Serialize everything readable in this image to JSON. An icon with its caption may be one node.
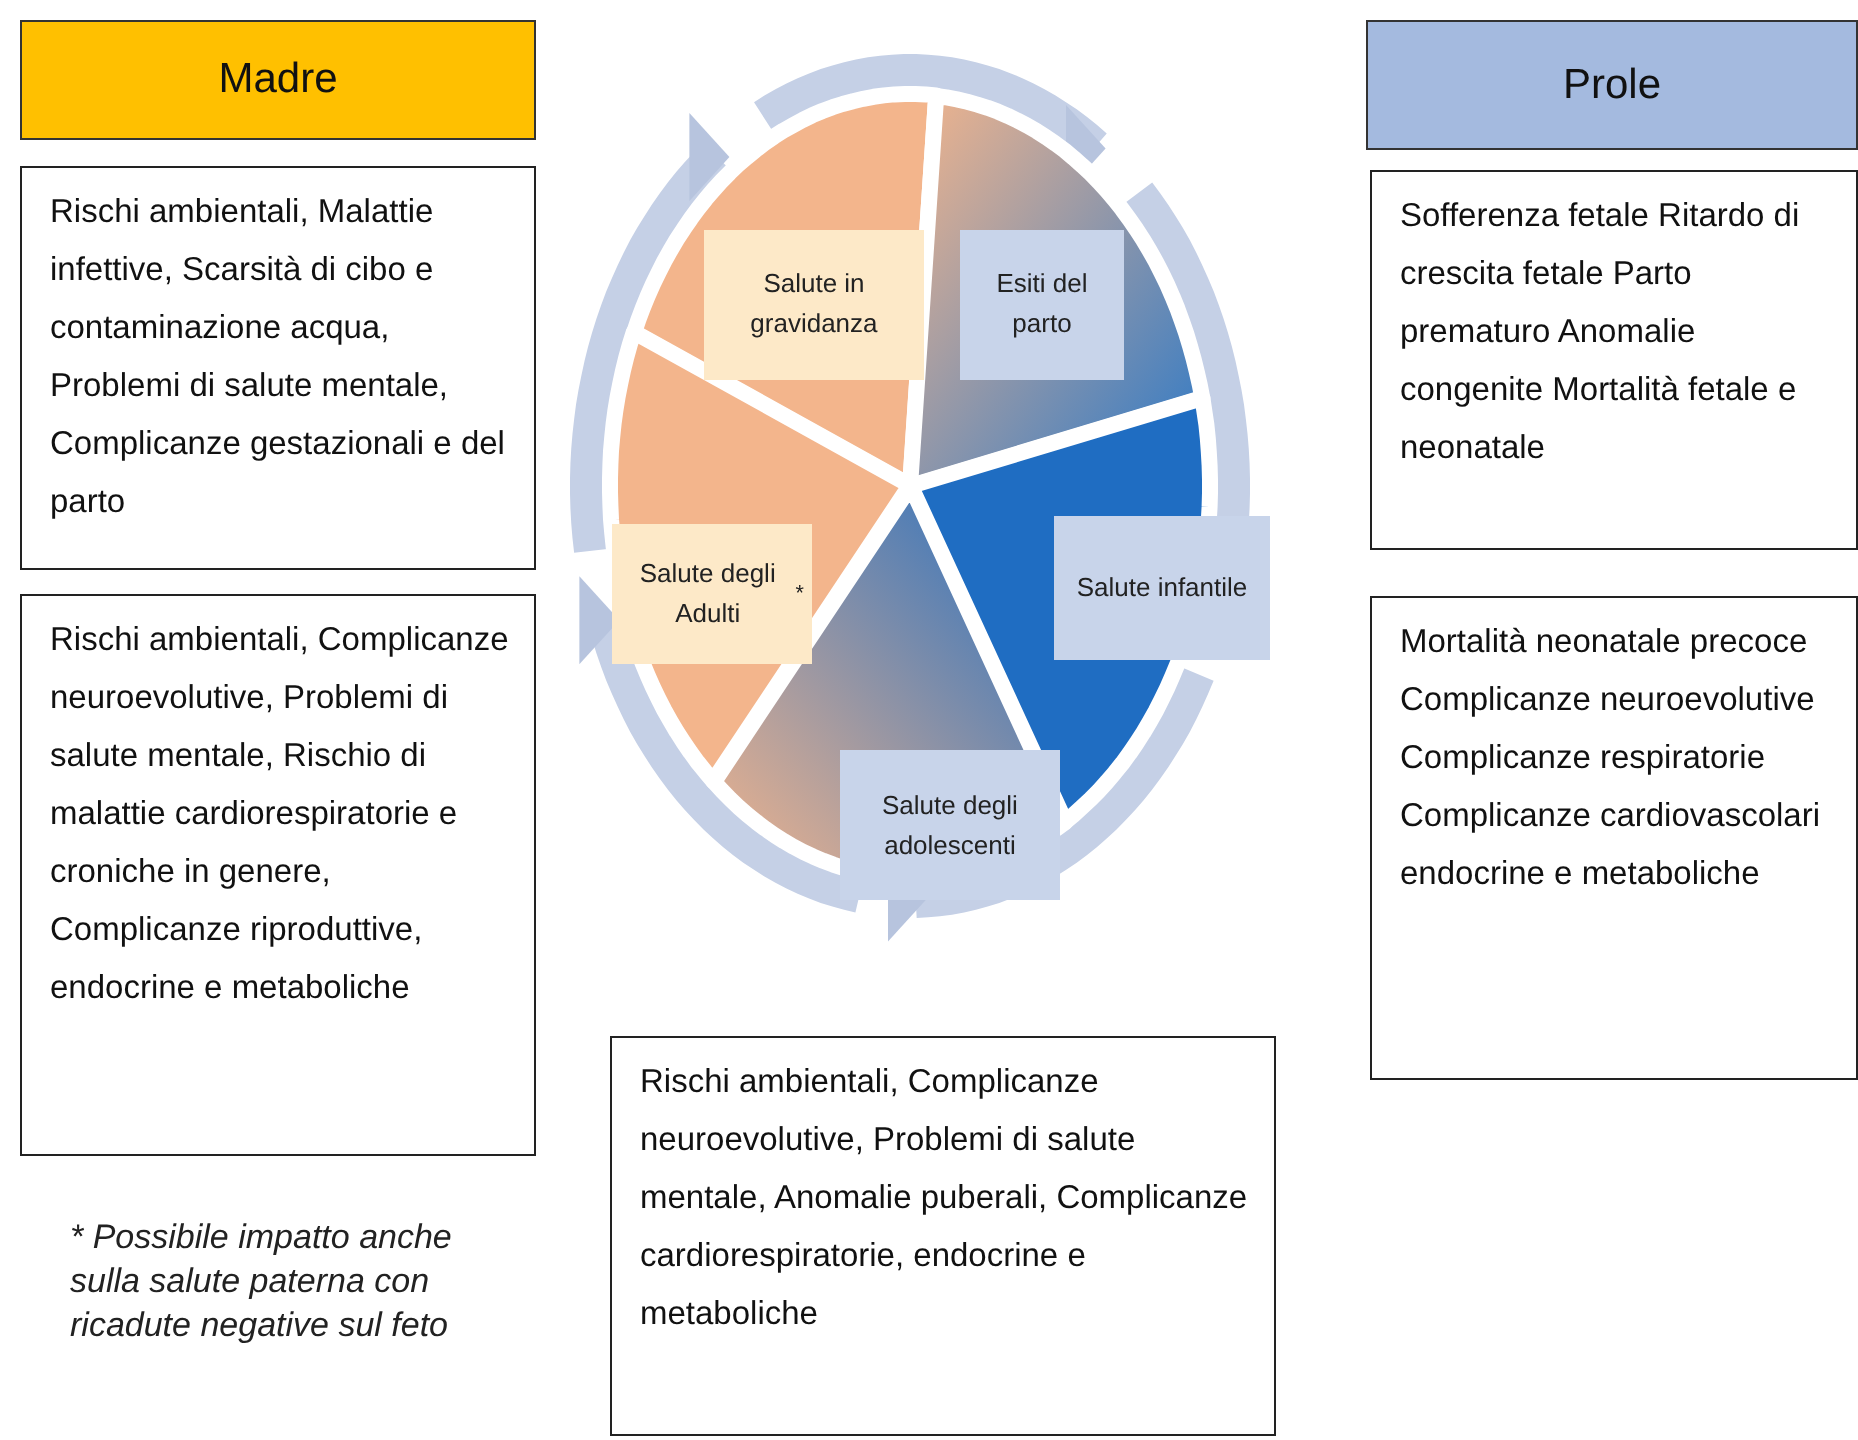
{
  "diagram": {
    "nodes": [
      {
        "text": [
          "Madre"
        ]
      },
      {
        "text": [
          "Prole"
        ]
      },
      {
        "text": [
          "Rischi ambientali, Malattie infettive, Scarsità di cibo e contaminazione acqua, Problemi di salute mentale, Complicanze gestazionali e del parto"
        ]
      },
      {
        "text": [
          "Salute in gravidanza"
        ]
      },
      {
        "text": [
          "Esiti del parto"
        ]
      },
      {
        "text": [
          "Sofferenza fetale Ritardo di crescita fetale Parto prematuro Anomalie congenite Mortalità fetale e neonatale"
        ]
      },
      {
        "text": [
          "Salute degli Adulti$^{*}$"
        ]
      },
      {
        "text": [
          "Salute infantile"
        ]
      },
      {
        "text": [
          "Rischi ambientali, Complicanze neuroevolutive, Problemi di salute mentale, Rischio di malattie cardiorespiratorie e croniche in genere, Complicanze riproduttive, endocrine e metaboliche"
        ]
      },
      {
        "text": [
          "Mortalità neonatale precoce Complicanze neuroevolutive Complicanze respiratorie Complicanze cardiovascolari endocrine e metaboliche"
        ]
      },
      {
        "text": [
          "Salute degli adolescenti"
        ]
      },
      {
        "text": [
          "Rischi ambientali, Complicanze neuroevolutive, Problemi di salute mentale, Anomalie puberali, Complicanze cardiorespiratorie, endocrine e metaboliche"
        ]
      }
    ],
    "edges": [
      {
        "from": 3,
        "to": 4,
        "arrow": "to"
      },
      {
        "from": 4,
        "to": 7,
        "arrow": "to"
      },
      {
        "from": 7,
        "to": 10,
        "arrow": "to"
      },
      {
        "from": 10,
        "to": 6,
        "arrow": "to"
      },
      {
        "from": 6,
        "to": 3,
        "arrow": "to"
      }
    ],
    "labels": [
      "* Possibile impatto anche sulla salute paterna con ricadute negative sul feto"
    ]
  }
}
